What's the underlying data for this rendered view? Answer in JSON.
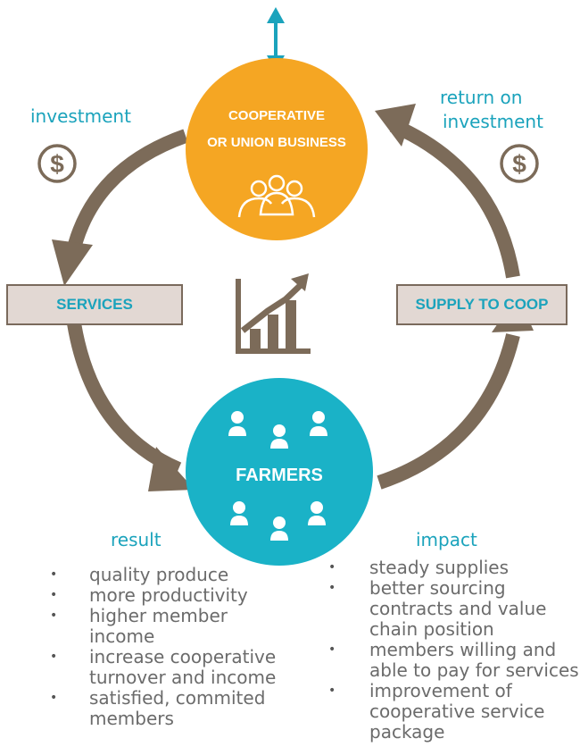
{
  "center": {
    "title_line1": "COOPERATIVE",
    "title_line2": "OR UNION BUSINESS",
    "color": "#f5a623"
  },
  "farmers": {
    "title": "FARMERS",
    "color": "#1ab2c7"
  },
  "labels": {
    "investment": "investment",
    "return_line1": "return on",
    "return_line2": "investment",
    "result": "result",
    "impact": "impact"
  },
  "boxes": {
    "services": "SERVICES",
    "supply": "SUPPLY TO COOP"
  },
  "icons": {
    "dollar": "$",
    "left_dollar": "dollar-icon",
    "right_dollar": "dollar-icon",
    "group": "group-icon",
    "growth": "bar-chart-growth-icon",
    "person": "person-icon"
  },
  "colors": {
    "arrow": "#7c6b59",
    "teal": "#1ba3bc",
    "box_fill": "#e2d8d3"
  },
  "result_items": [
    "quality produce",
    "more productivity",
    "higher member income",
    "increase cooperative turnover and income",
    "satisfied, commited members"
  ],
  "impact_items": [
    "steady supplies",
    "better sourcing contracts and value chain position",
    "members willing and able to pay for services",
    "improvement of cooperative service package"
  ]
}
